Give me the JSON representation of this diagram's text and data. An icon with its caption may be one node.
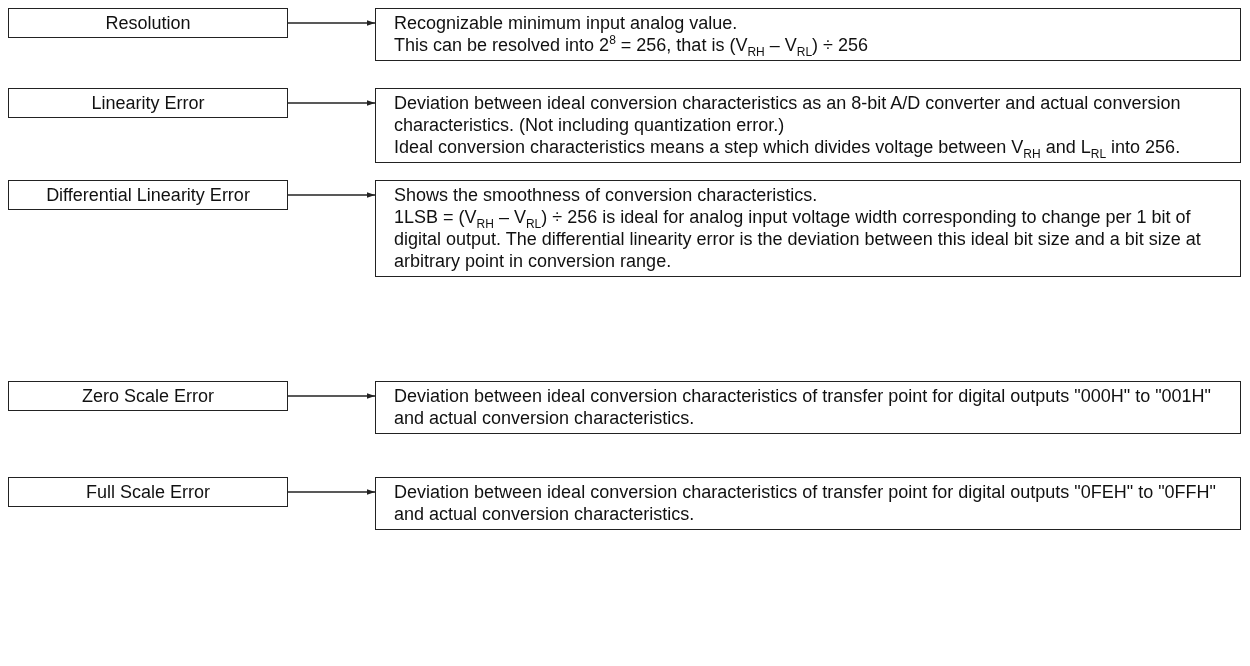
{
  "diagram": {
    "nodes": [
      {
        "text": [
          "Resolution"
        ]
      },
      {
        "text": [
          "Recognizable minimum input analog value.",
          "This can be resolved into 2$^{8}$ = 256, that is (V$_{RH}$ – V$_{RL}$) ÷ 256"
        ]
      },
      {
        "text": [
          "Linearity Error"
        ]
      },
      {
        "text": [
          "Deviation between ideal conversion characteristics as an 8-bit A/D converter and actual conversion characteristics. (Not including quantization error.)",
          "Ideal conversion characteristics means a step which divides voltage between V$_{RH}$ and L$_{RL}$ into 256."
        ]
      },
      {
        "text": [
          "Differential Linearity Error"
        ]
      },
      {
        "text": [
          "Shows the smoothness of conversion characteristics.",
          "1LSB = (V$_{RH}$ – V$_{RL}$) ÷ 256 is ideal for analog input voltage width corresponding to change per 1 bit of digital output. The differential linearity error is the deviation between this ideal bit size and a bit size at arbitrary point in conversion range."
        ]
      },
      {
        "text": [
          "Zero Scale Error"
        ]
      },
      {
        "text": [
          "Deviation between ideal conversion characteristics of transfer point for digital outputs \"000H\" to \"001H\" and actual conversion characteristics."
        ]
      },
      {
        "text": [
          "Full Scale Error"
        ]
      },
      {
        "text": [
          "Deviation between ideal conversion characteristics of transfer point for digital outputs \"0FEH\" to \"0FFH\" and actual conversion characteristics."
        ]
      }
    ],
    "edges": [
      {
        "from": 0,
        "to": 1,
        "arrow": "to"
      },
      {
        "from": 2,
        "to": 3,
        "arrow": "to"
      },
      {
        "from": 4,
        "to": 5,
        "arrow": "to"
      },
      {
        "from": 6,
        "to": 7,
        "arrow": "to"
      },
      {
        "from": 8,
        "to": 9,
        "arrow": "to"
      }
    ]
  }
}
